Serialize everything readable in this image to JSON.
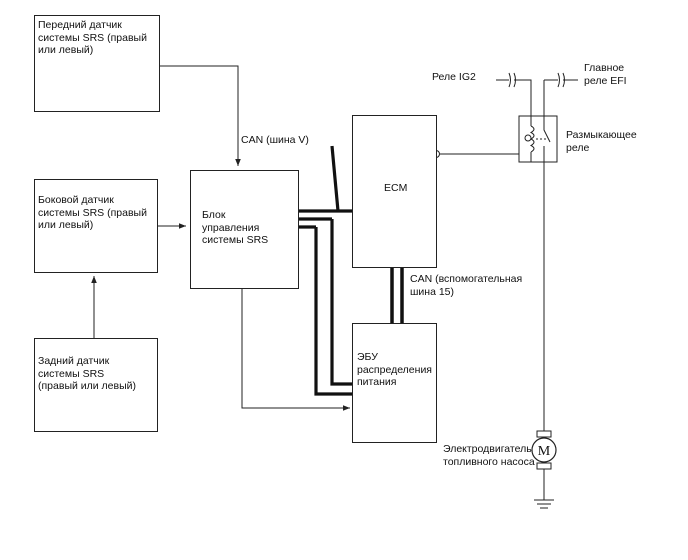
{
  "blocks": {
    "front_sensor": "Передний датчик\nсистемы SRS (правый\nили левый)",
    "side_sensor": "Боковой датчик\nсистемы SRS (правый\nили левый)",
    "rear_sensor": "Задний датчик\nсистемы SRS\n(правый или левый)",
    "srs_unit": "Блок\nуправления\nсистемы SRS",
    "ecm": "ECM",
    "power_ecu": "ЭБУ\nраспределения\nпитания"
  },
  "labels": {
    "can_v": "CAN (шина V)",
    "can_15": "CAN (вспомогательная\nшина 15)",
    "relay_ig2": "Реле IG2",
    "main_relay_efi": "Главное\nреле EFI",
    "open_relay": "Размыкающее\nреле",
    "fuel_pump_motor": "Электродвигатель\nтопливного насоса",
    "motor_symbol": "M"
  }
}
